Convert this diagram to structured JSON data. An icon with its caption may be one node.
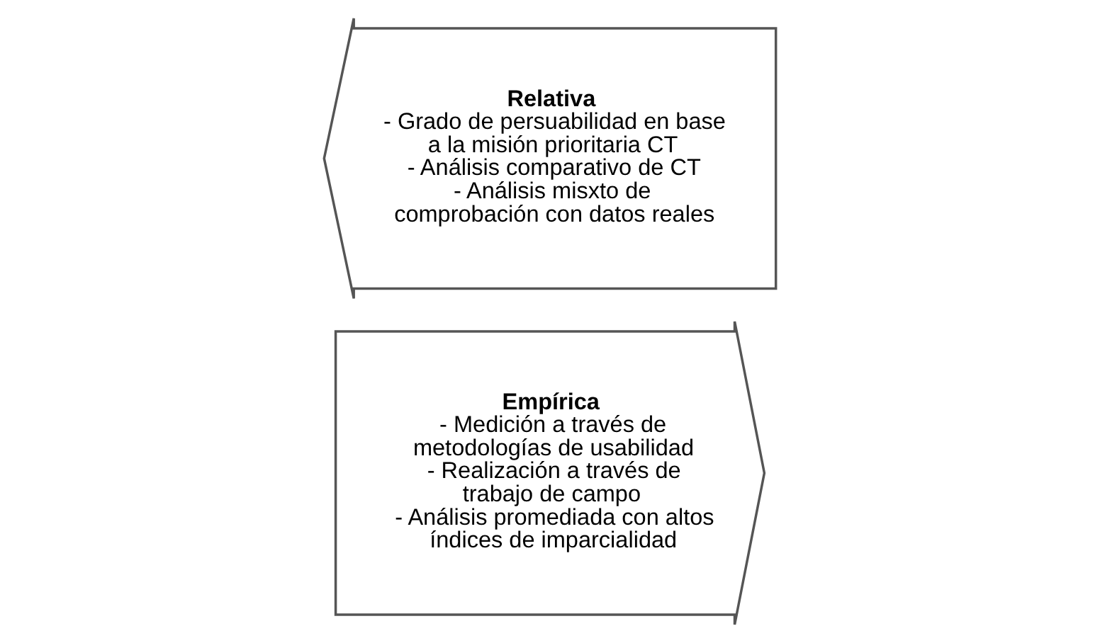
{
  "diagram": {
    "nodes": [
      {
        "text": [
          "Empírica",
          "- Medición a través de metodologías de usabilidad",
          "- Realización a través de trabajo de campo",
          "- Análisis promediada con altos índices de imparcialidad"
        ]
      },
      {
        "text": [
          "Relativa",
          "- Grado de persuabilidad en base a la misión prioritaria CT",
          "- Análisis comparativo de CT",
          "- Análisis misxto de comprobación con datos reales"
        ]
      }
    ]
  }
}
